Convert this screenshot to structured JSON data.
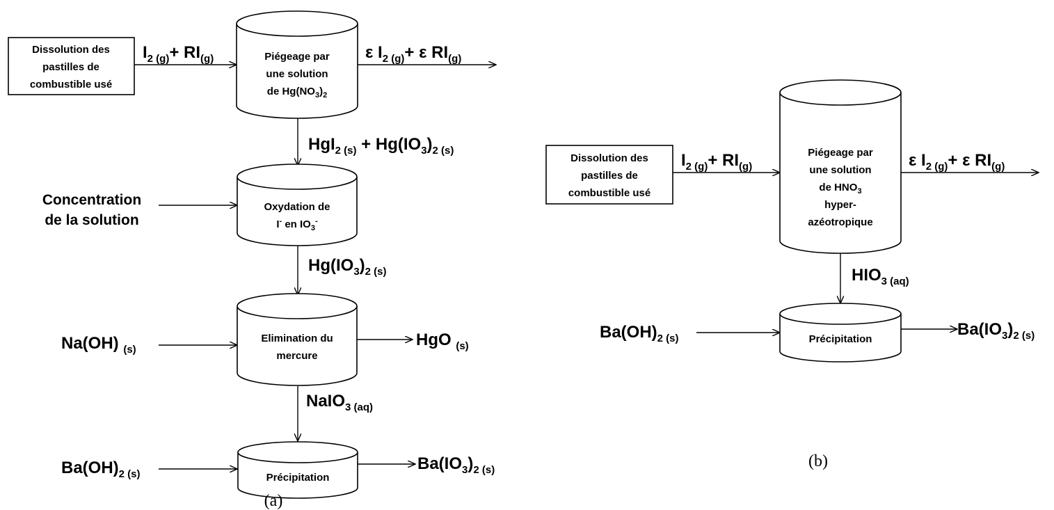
{
  "a": {
    "dissolution_box": [
      "Dissolution des",
      "pastilles de",
      "combustible usé"
    ],
    "cyl1": [
      "Piégeage par",
      "une solution",
      "de Hg(NO",
      "3",
      ")",
      "2"
    ],
    "in_gas": {
      "i": "I",
      "i_sub": "2 (g)",
      "plus": "+ RI",
      "ri_sub": "(g)"
    },
    "out_gas": {
      "eps": "ε I",
      "i_sub": "2 (g)",
      "plus": "+ ε RI",
      "ri_sub": "(g)"
    },
    "flow1": {
      "a": "HgI",
      "a_sub": "2 (s)",
      "mid": " + Hg(IO",
      "mid_sub": "3",
      "end": ")",
      "end_sub": "2 (s)"
    },
    "concentration": [
      "Concentration",
      "de la solution"
    ],
    "cyl2": {
      "line1": "Oxydation de",
      "i": "I",
      "sup1": "-",
      "mid": " en IO",
      "sub": "3",
      "sup2": "-"
    },
    "flow2": {
      "a": "Hg(IO",
      "a_sub": "3",
      "b": ")",
      "b_sub": "2 (s)"
    },
    "naoh": {
      "a": "Na(OH) ",
      "a_sub": "(s)"
    },
    "cyl3": [
      "Elimination du",
      "mercure"
    ],
    "hgo": {
      "a": "HgO ",
      "a_sub": "(s)"
    },
    "flow3": {
      "a": "NaIO",
      "a_sub": "3 (aq)"
    },
    "baoh": {
      "a": "Ba(OH)",
      "a_sub": "2 (s)"
    },
    "cyl4": "Précipitation",
    "product": {
      "a": "Ba(IO",
      "a_sub": "3",
      "b": ")",
      "b_sub": "2 (s)"
    },
    "caption": "(a)"
  },
  "b": {
    "dissolution_box": [
      "Dissolution des",
      "pastilles de",
      "combustible usé"
    ],
    "cyl1": {
      "l1": "Piégeage par",
      "l2": "une solution",
      "l3": "de HNO",
      "l3_sub": "3",
      "l4": "hyper-",
      "l5": "azéotropique"
    },
    "in_gas": {
      "i": "I",
      "i_sub": "2 (g)",
      "plus": "+ RI",
      "ri_sub": "(g)"
    },
    "out_gas": {
      "eps": "ε I",
      "i_sub": "2 (g)",
      "plus": "+ ε RI",
      "ri_sub": "(g)"
    },
    "flow1": {
      "a": "HIO",
      "a_sub": "3 (aq)"
    },
    "baoh": {
      "a": "Ba(OH)",
      "a_sub": "2 (s)"
    },
    "cyl2": "Précipitation",
    "product": {
      "a": "Ba(IO",
      "a_sub": "3",
      "b": ")",
      "b_sub": "2 (s)"
    },
    "caption": "(b)"
  }
}
